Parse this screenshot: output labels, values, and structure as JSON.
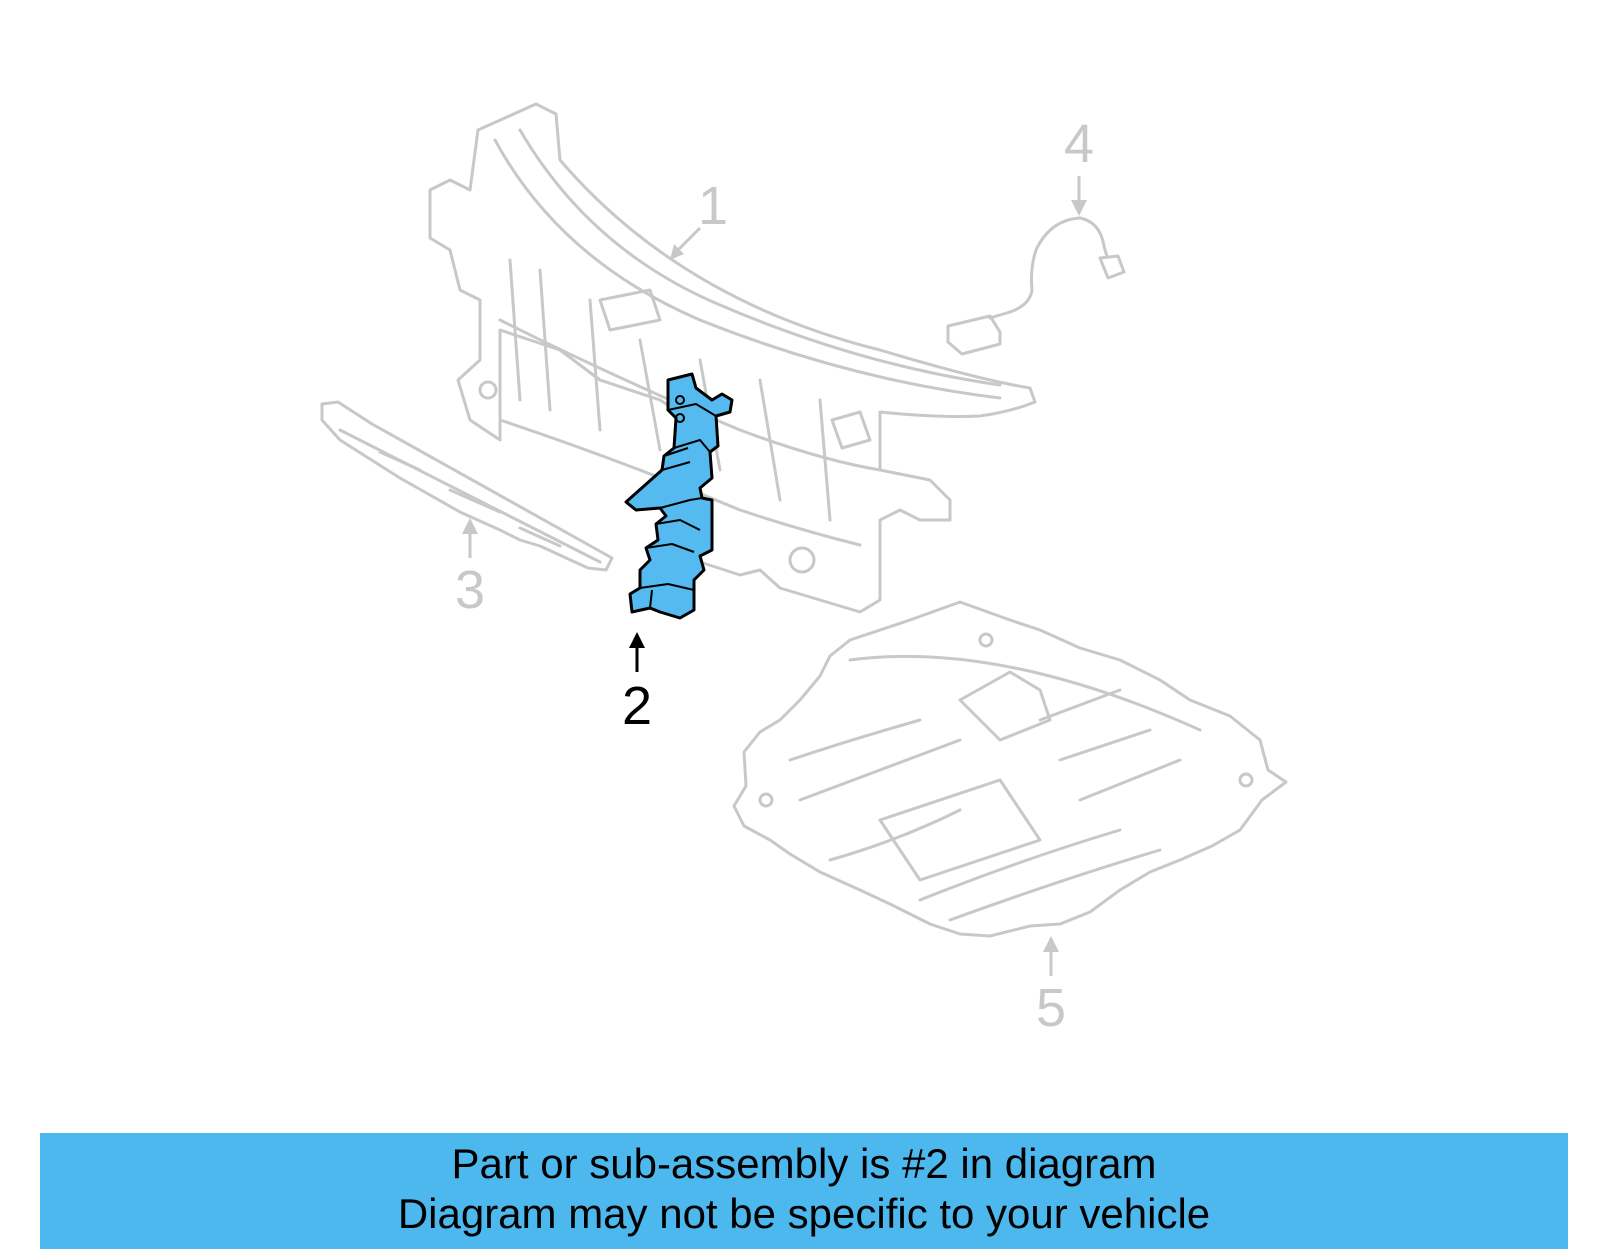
{
  "diagram": {
    "callouts": [
      {
        "id": "1",
        "label": "1",
        "highlighted": false
      },
      {
        "id": "2",
        "label": "2",
        "highlighted": true
      },
      {
        "id": "3",
        "label": "3",
        "highlighted": false
      },
      {
        "id": "4",
        "label": "4",
        "highlighted": false
      },
      {
        "id": "5",
        "label": "5",
        "highlighted": false
      }
    ],
    "colors": {
      "highlight_fill": "#55baf0",
      "ghost_stroke": "#c8c8c8",
      "banner_bg": "#4db8ee"
    }
  },
  "banner": {
    "line1": "Part or sub-assembly is #2 in diagram",
    "line2": "Diagram may not be specific to your vehicle"
  }
}
